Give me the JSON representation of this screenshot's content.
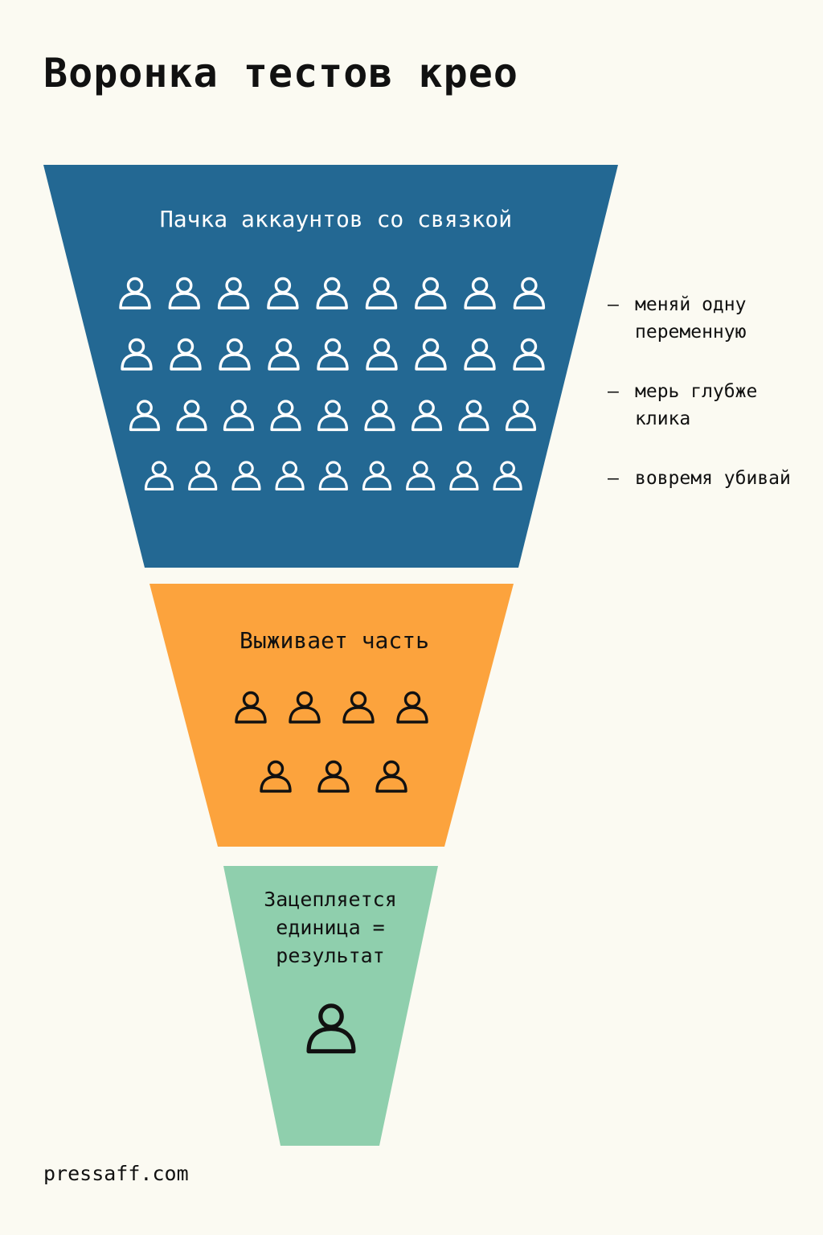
{
  "title": "Воронка тестов крео",
  "colors": {
    "background": "#fbfaf2",
    "stage_top": "#236893",
    "stage_middle": "#fca33d",
    "stage_bottom": "#8fcfad",
    "icon_light": "#ffffff",
    "icon_dark": "#111111"
  },
  "icon_name": "person-icon",
  "stages": [
    {
      "label_lines": [
        "Пачка аккаунтов со связкой"
      ],
      "people_per_row": [
        9,
        9,
        9,
        9
      ]
    },
    {
      "label_lines": [
        "Выживает часть"
      ],
      "people_per_row": [
        4,
        3
      ]
    },
    {
      "label_lines": [
        "Зацепляется",
        "единица =",
        "результат"
      ],
      "people_per_row": [
        1
      ]
    }
  ],
  "tips": [
    {
      "dash": "–",
      "text": "меняй одну переменную"
    },
    {
      "dash": "–",
      "text": "мерь глубже клика"
    },
    {
      "dash": "–",
      "text": "вовремя убивай"
    }
  ],
  "footer": "pressaff.com"
}
